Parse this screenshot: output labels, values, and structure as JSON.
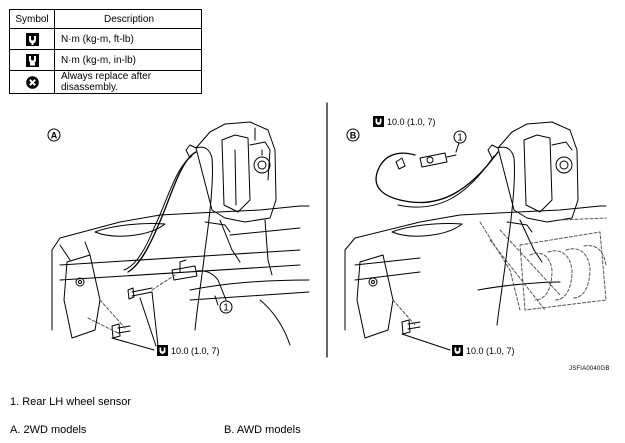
{
  "legend": {
    "header_symbol": "Symbol",
    "header_description": "Description",
    "rows": [
      {
        "icon": "torque-wrench-icon",
        "description": "N·m (kg-m, ft-lb)"
      },
      {
        "icon": "torque-wrench-small-icon",
        "description": "N·m (kg-m, in-lb)"
      },
      {
        "icon": "replace-x-icon",
        "description": "Always replace after disassembly."
      }
    ]
  },
  "views": {
    "a": {
      "label": "A",
      "callout_number": "1",
      "torque": "10.0 (1.0, 7)"
    },
    "b": {
      "label": "B",
      "callout_number": "1",
      "torque": "10.0 (1.0, 7)",
      "torque_lower": "10.0 (1.0, 7)"
    }
  },
  "figure_code": "JSFIA0040GB",
  "notes": {
    "item1": "1.    Rear LH wheel sensor",
    "item_a": "A.    2WD models",
    "item_b": "B.    AWD models"
  },
  "colors": {
    "line": "#000000",
    "hidden": "#555555",
    "background": "#ffffff"
  }
}
